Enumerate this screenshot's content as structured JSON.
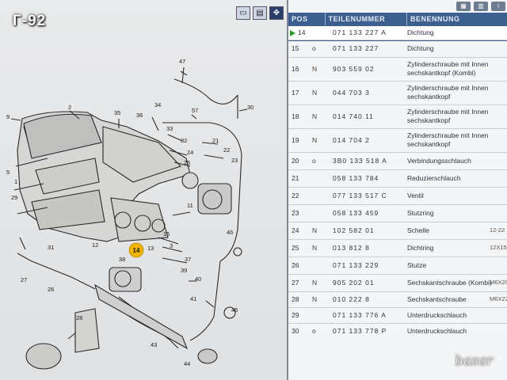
{
  "watermark": "Г-92",
  "site_logo": "bazar",
  "table": {
    "columns": {
      "pos": "POS",
      "part_number": "TEILENUMMER",
      "name": "BENENNUNG"
    },
    "rows": [
      {
        "pos": "14",
        "flag": "",
        "part": "071 133 227 A",
        "name": "Dichtung",
        "extra": "",
        "selected": true
      },
      {
        "pos": "15",
        "flag": "o",
        "part": "071 133 227",
        "name": "Dichtung",
        "extra": ""
      },
      {
        "pos": "16",
        "flag": "N",
        "part": "903 559 02",
        "name": "Zylinderschraube mit Innen sechskantkopf (Kombi)",
        "extra": ""
      },
      {
        "pos": "17",
        "flag": "N",
        "part": "044 703 3",
        "name": "Zylinderschraube mit Innen sechskantkopf",
        "extra": ""
      },
      {
        "pos": "18",
        "flag": "N",
        "part": "014 740 11",
        "name": "Zylinderschraube mit Innen sechskantkopf",
        "extra": ""
      },
      {
        "pos": "19",
        "flag": "N",
        "part": "014 704 2",
        "name": "Zylinderschraube mit Innen sechskantkopf",
        "extra": ""
      },
      {
        "pos": "20",
        "flag": "o",
        "part": "3B0 133 518 A",
        "name": "Verbindungsschlauch",
        "extra": ""
      },
      {
        "pos": "21",
        "flag": "",
        "part": "058 133 784",
        "name": "Reduzierschlauch",
        "extra": ""
      },
      {
        "pos": "22",
        "flag": "",
        "part": "077 133 517 C",
        "name": "Ventil",
        "extra": ""
      },
      {
        "pos": "23",
        "flag": "",
        "part": "058 133 459",
        "name": "Stutzring",
        "extra": ""
      },
      {
        "pos": "24",
        "flag": "N",
        "part": "102 582 01",
        "name": "Schelle",
        "extra": "12-22"
      },
      {
        "pos": "25",
        "flag": "N",
        "part": "013 812 8",
        "name": "Dichtring",
        "extra": "12X15"
      },
      {
        "pos": "26",
        "flag": "",
        "part": "071 133 229",
        "name": "Stutze",
        "extra": ""
      },
      {
        "pos": "27",
        "flag": "N",
        "part": "905 202 01",
        "name": "Sechskantschraube (Kombi)",
        "extra": "M6X20"
      },
      {
        "pos": "28",
        "flag": "N",
        "part": "010 222 8",
        "name": "Sechskantschraube",
        "extra": "M6X22"
      },
      {
        "pos": "29",
        "flag": "",
        "part": "071 133 776 A",
        "name": "Unterdruckschlauch",
        "extra": ""
      },
      {
        "pos": "30",
        "flag": "o",
        "part": "071 133 778 P",
        "name": "Unterdruckschlauch",
        "extra": ""
      }
    ]
  },
  "diagram": {
    "callouts": [
      "47",
      "34",
      "57",
      "30",
      "2",
      "9",
      "35",
      "36",
      "33",
      "32",
      "31",
      "38",
      "21",
      "22",
      "23",
      "24",
      "25",
      "26",
      "27",
      "28",
      "29",
      "37",
      "39",
      "40",
      "41",
      "43",
      "44",
      "45",
      "46",
      "5",
      "11",
      "12",
      "13",
      "14",
      "15",
      "1",
      "3"
    ],
    "highlight_label": "14",
    "highlight_color": "#f0b400"
  },
  "colors": {
    "header_bg": "#3d5f8f",
    "selected_arrow": "#2d9a2d",
    "pane_bg": "#e9eaeb"
  }
}
